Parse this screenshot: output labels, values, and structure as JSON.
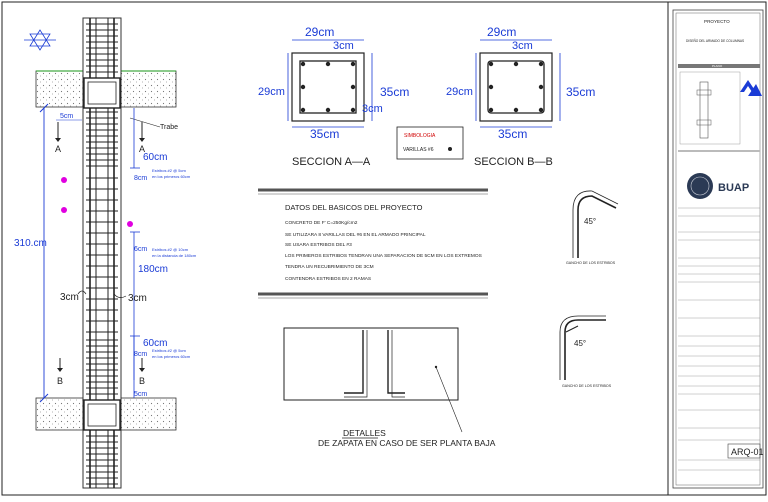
{
  "column": {
    "beam_label": "Trabe",
    "height_dim": "310.cm",
    "cover_top": "5cm",
    "cover_bottom": "5cm",
    "zone_top": "60cm",
    "zone_mid": "180cm",
    "zone_bot": "60cm",
    "gap_top": "8cm",
    "gap_mid": "6cm",
    "gap_bot": "8cm",
    "side_cover": "3cm",
    "side_cover_right": "3cm",
    "section_marker": "A",
    "section_marker_b": "B",
    "note_top": [
      "Estribos #2 @ 5cm",
      "en los primeros 60cm"
    ],
    "note_mid": [
      "Estribos #2 @ 10cm",
      "en la distancia de 180cm"
    ],
    "note_bot": [
      "Estribos #2 @ 5cm",
      "en los primeros 60cm"
    ]
  },
  "section_a": {
    "title": "SECCION  A—A",
    "width": "29cm",
    "cover": "3cm",
    "side": "29cm",
    "height": "35cm",
    "inner": "3cm",
    "bottom": "35cm"
  },
  "section_b": {
    "title": "SECCION  B—B",
    "width": "29cm",
    "cover": "3cm",
    "side": "29cm",
    "height": "35cm",
    "bottom": "35cm"
  },
  "legend": {
    "title": "SIMBOLOGIA",
    "item": "VARILLAS #6"
  },
  "project": {
    "title": "DATOS DEL BASICOS DEL PROYECTO",
    "lines": [
      "CONCRETO DE F' C=250Kg/cm2",
      "SE UTILIZARA 8 VARILLAS DEL #6 EN EL ARMADO PRINCIPAL",
      "SE USARA ESTRIBOS DEL #3",
      "LOS PRIMEROS ESTRIBOS TENDRAN UNA SEPARACION DE 5CM EN LOS EXTREMOS",
      "TENDRA UN RECUBRIMIENTO DE 3CM",
      "CONTENDRA ESTRIBOS EN 2 RAMAS"
    ]
  },
  "hook1": {
    "angle": "45°",
    "label": "GANCHO DE LOS ESTRIBOS"
  },
  "hook2": {
    "angle": "45°",
    "label": "GANCHO DE LOS ESTRIBOS"
  },
  "footing": {
    "title": "DETALLES",
    "subtitle": "DE ZAPATA EN CASO DE SER PLANTA BAJA"
  },
  "titleblock": {
    "project": "PROYECTO",
    "project_name": "DISEÑO DEL ARMADO DE COLUMNAS",
    "plan": "PLANO",
    "university": "BUAP",
    "sheet": "ARQ-01"
  },
  "colors": {
    "magenta": "#e000e0",
    "blue": "#1a3bd6"
  }
}
